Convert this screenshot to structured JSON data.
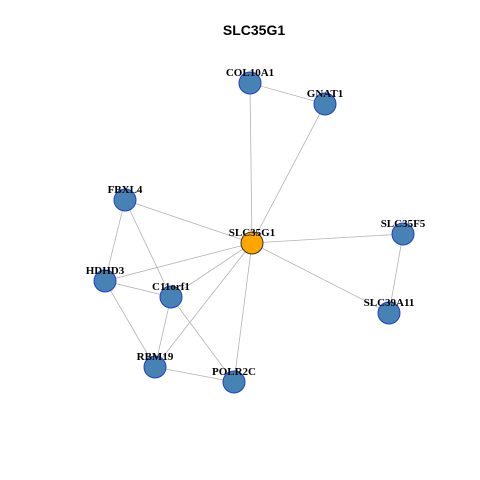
{
  "title": "SLC35G1",
  "colors": {
    "hub_fill": "#ffa500",
    "hub_stroke": "#333333",
    "node_fill": "#4682b4",
    "node_stroke": "#1f3fcc",
    "edge": "#b3b3b3"
  },
  "nodes": [
    {
      "id": "SLC35G1",
      "label": "SLC35G1",
      "hub": true
    },
    {
      "id": "COL10A1",
      "label": "COL10A1",
      "hub": false
    },
    {
      "id": "GNAT1",
      "label": "GNAT1",
      "hub": false
    },
    {
      "id": "FBXL4",
      "label": "FBXL4",
      "hub": false
    },
    {
      "id": "SLC35F5",
      "label": "SLC35F5",
      "hub": false
    },
    {
      "id": "HDHD3",
      "label": "HDHD3",
      "hub": false
    },
    {
      "id": "C11orf1",
      "label": "C11orf1",
      "hub": false
    },
    {
      "id": "SLC39A11",
      "label": "SLC39A11",
      "hub": false
    },
    {
      "id": "RBM19",
      "label": "RBM19",
      "hub": false
    },
    {
      "id": "POLR2C",
      "label": "POLR2C",
      "hub": false
    }
  ],
  "edges": [
    [
      "SLC35G1",
      "COL10A1"
    ],
    [
      "SLC35G1",
      "GNAT1"
    ],
    [
      "COL10A1",
      "GNAT1"
    ],
    [
      "SLC35G1",
      "FBXL4"
    ],
    [
      "SLC35G1",
      "SLC35F5"
    ],
    [
      "SLC35G1",
      "HDHD3"
    ],
    [
      "SLC35G1",
      "C11orf1"
    ],
    [
      "SLC35G1",
      "SLC39A11"
    ],
    [
      "SLC35G1",
      "RBM19"
    ],
    [
      "SLC35G1",
      "POLR2C"
    ],
    [
      "SLC35F5",
      "SLC39A11"
    ],
    [
      "FBXL4",
      "HDHD3"
    ],
    [
      "FBXL4",
      "C11orf1"
    ],
    [
      "HDHD3",
      "C11orf1"
    ],
    [
      "HDHD3",
      "RBM19"
    ],
    [
      "C11orf1",
      "RBM19"
    ],
    [
      "C11orf1",
      "POLR2C"
    ],
    [
      "RBM19",
      "POLR2C"
    ]
  ]
}
